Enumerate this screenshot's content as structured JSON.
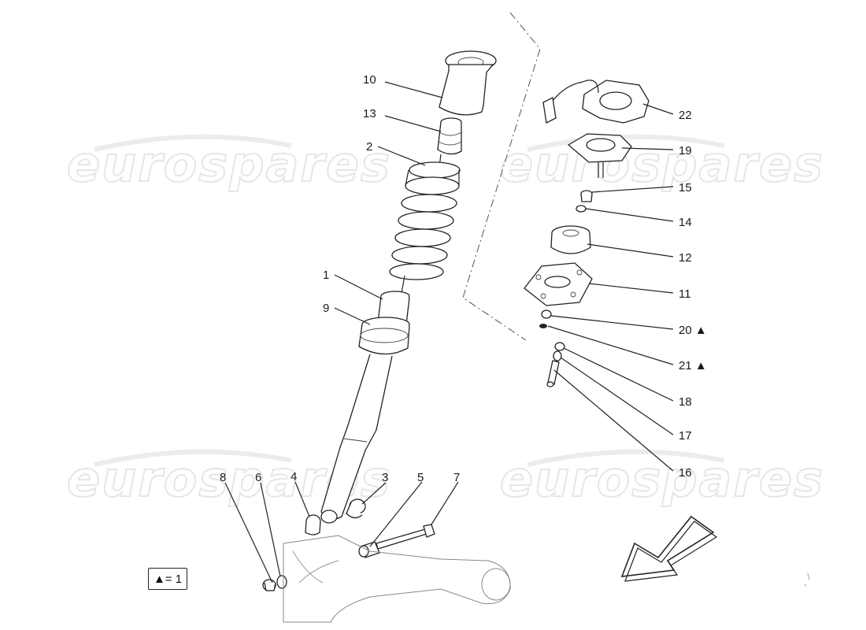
{
  "watermark": {
    "text": "eurospares"
  },
  "legend": {
    "text": "▲= 1"
  },
  "parts": [
    {
      "id": "p10",
      "label": "10"
    },
    {
      "id": "p13",
      "label": "13"
    },
    {
      "id": "p2",
      "label": "2"
    },
    {
      "id": "p1",
      "label": "1"
    },
    {
      "id": "p9",
      "label": "9"
    },
    {
      "id": "p8",
      "label": "8"
    },
    {
      "id": "p6",
      "label": "6"
    },
    {
      "id": "p4",
      "label": "4"
    },
    {
      "id": "p3",
      "label": "3"
    },
    {
      "id": "p5",
      "label": "5"
    },
    {
      "id": "p7",
      "label": "7"
    },
    {
      "id": "p22",
      "label": "22"
    },
    {
      "id": "p19",
      "label": "19"
    },
    {
      "id": "p15",
      "label": "15"
    },
    {
      "id": "p14",
      "label": "14"
    },
    {
      "id": "p12",
      "label": "12"
    },
    {
      "id": "p11",
      "label": "11"
    },
    {
      "id": "p20",
      "label": "20 ▲"
    },
    {
      "id": "p21",
      "label": "21 ▲"
    },
    {
      "id": "p18",
      "label": "18"
    },
    {
      "id": "p17",
      "label": "17"
    },
    {
      "id": "p16",
      "label": "16"
    }
  ]
}
